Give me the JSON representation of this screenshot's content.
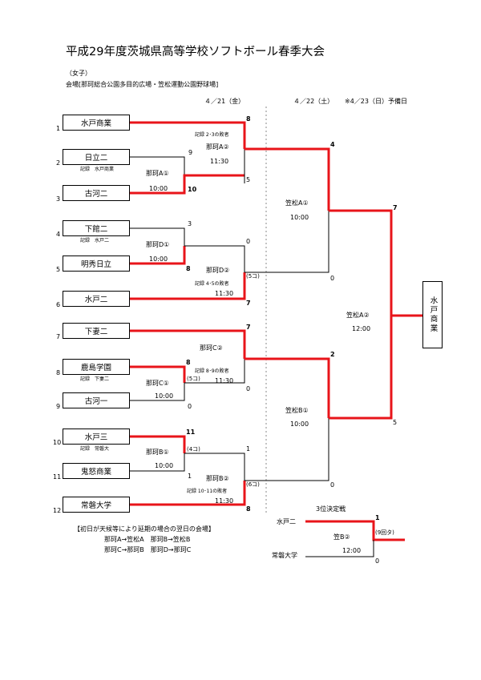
{
  "title": "平成29年度茨城県高等学校ソフトボール春季大会",
  "category": "（女子）",
  "venue": "会場[那珂総合公園多目的広場・笠松運動公園野球場]",
  "dates": {
    "day1": "４／21（金）",
    "day2": "４／22（土）",
    "reserve": "※4／23（日）予備日"
  },
  "teams": [
    {
      "seed": "1",
      "name": "水戸商業"
    },
    {
      "seed": "2",
      "name": "日立二"
    },
    {
      "seed": "3",
      "name": "古河二"
    },
    {
      "seed": "4",
      "name": "下館二"
    },
    {
      "seed": "5",
      "name": "明秀日立"
    },
    {
      "seed": "6",
      "name": "水戸二"
    },
    {
      "seed": "7",
      "name": "下妻二"
    },
    {
      "seed": "8",
      "name": "鹿島学園"
    },
    {
      "seed": "9",
      "name": "古河一"
    },
    {
      "seed": "10",
      "name": "水戸三"
    },
    {
      "seed": "11",
      "name": "鬼怒商業"
    },
    {
      "seed": "12",
      "name": "常磐大学"
    }
  ],
  "recorders": {
    "r23": "記録　水戸商業",
    "r45": "記録　水戸二",
    "r89": "記録　下妻二",
    "r1011": "記録　常磐大"
  },
  "matches": {
    "nakaA1": {
      "label": "那珂A①",
      "time": "10:00",
      "top": "9",
      "bottom": "10"
    },
    "nakaA2": {
      "label": "那珂A②",
      "time": "11:30",
      "note": "記録 2･3の敗者",
      "top": "8",
      "bottom": "5"
    },
    "nakaD1": {
      "label": "那珂D①",
      "time": "10:00",
      "top": "3",
      "bottom": "8"
    },
    "nakaD2": {
      "label": "那珂D②",
      "time": "11:30",
      "note": "記録 4･5の敗者",
      "top": "0",
      "bottom": "7",
      "innings": "(5コ)"
    },
    "nakaC1": {
      "label": "那珂C①",
      "time": "10:00",
      "top": "8",
      "bottom": "0",
      "innings": "(5コ)"
    },
    "nakaC2": {
      "label": "那珂C②",
      "time": "11:30",
      "note": "記録 8･9の敗者",
      "top": "7",
      "bottom": "0"
    },
    "nakaB1": {
      "label": "那珂B①",
      "time": "10:00",
      "top": "11",
      "bottom": "1",
      "innings": "(4コ)"
    },
    "nakaB2": {
      "label": "那珂B②",
      "time": "11:30",
      "note": "記録 10･11の敗者",
      "top": "1",
      "bottom": "8",
      "innings": "(6コ)"
    },
    "kasaA1": {
      "label": "笠松A①",
      "time": "10:00",
      "top": "4",
      "bottom": "0"
    },
    "kasaB1": {
      "label": "笠松B①",
      "time": "10:00",
      "top": "2",
      "bottom": "0"
    },
    "kasaA2": {
      "label": "笠松A②",
      "time": "12:00",
      "top": "7",
      "bottom": "5"
    },
    "third": {
      "heading": "3位決定戦",
      "label": "笠B②",
      "time": "12:00",
      "teamTop": "水戸二",
      "teamBottom": "常磐大学",
      "top": "1",
      "bottom": "0",
      "innings": "(9回タ)"
    }
  },
  "champion": "水戸商業",
  "notice": {
    "heading": "【初日が天候等により延期の場合の翌日の会場】",
    "line1": "那珂A→笠松A　那珂B→笠松B",
    "line2": "那珂C→那珂B　那珂D→那珂C"
  },
  "colors": {
    "winner_line": "#e8141a",
    "line": "#000000"
  }
}
